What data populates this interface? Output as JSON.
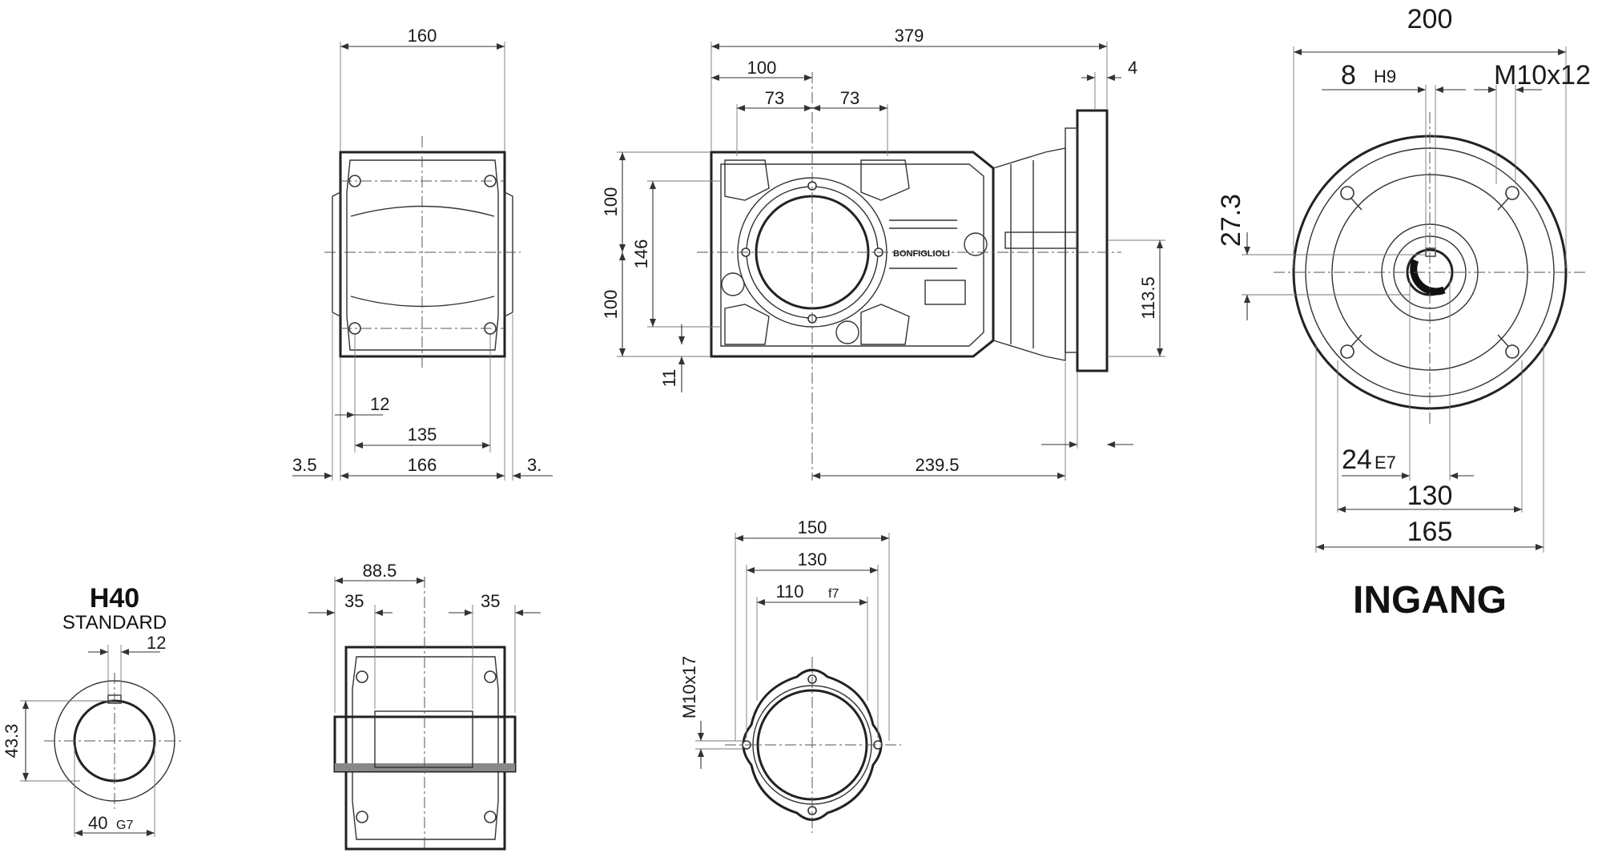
{
  "labels": {
    "input_title": "INGANG",
    "shaft_title": "H40",
    "shaft_subtitle": "STANDARD"
  },
  "brand": {
    "logo_text": "BONFIGLIOLI"
  },
  "dimensions": {
    "top_left": {
      "width_160": "160",
      "d_12": "12",
      "d_135": "135",
      "d_166": "166",
      "d_3_5_left": "3.5",
      "d_3_5_right": "3."
    },
    "main": {
      "d_379": "379",
      "d_100_top": "100",
      "d_73_left": "73",
      "d_73_right": "73",
      "d_4": "4",
      "v_100_upper": "100",
      "v_146": "146",
      "v_100_lower": "100",
      "v_11": "11",
      "v_113_5": "113.5",
      "d_239_5": "239.5"
    },
    "input_flange": {
      "d_200": "200",
      "d_8": "8",
      "d_8_tol": "H9",
      "d_m10x12": "M10x12",
      "v_27_3": "27.3",
      "d_24": "24",
      "d_24_tol": "E7",
      "d_130": "130",
      "d_165": "165"
    },
    "shaft": {
      "d_12": "12",
      "v_43_3": "43.3",
      "d_40": "40",
      "d_40_tol": "G7"
    },
    "bottom_mid": {
      "d_88_5": "88.5",
      "d_35_left": "35",
      "d_35_right": "35"
    },
    "output_flange": {
      "d_150": "150",
      "d_130": "130",
      "d_110": "110",
      "d_110_tol": "f7",
      "v_m10x17": "M10x17"
    }
  },
  "colors": {
    "line": "#222222",
    "background": "#ffffff"
  }
}
